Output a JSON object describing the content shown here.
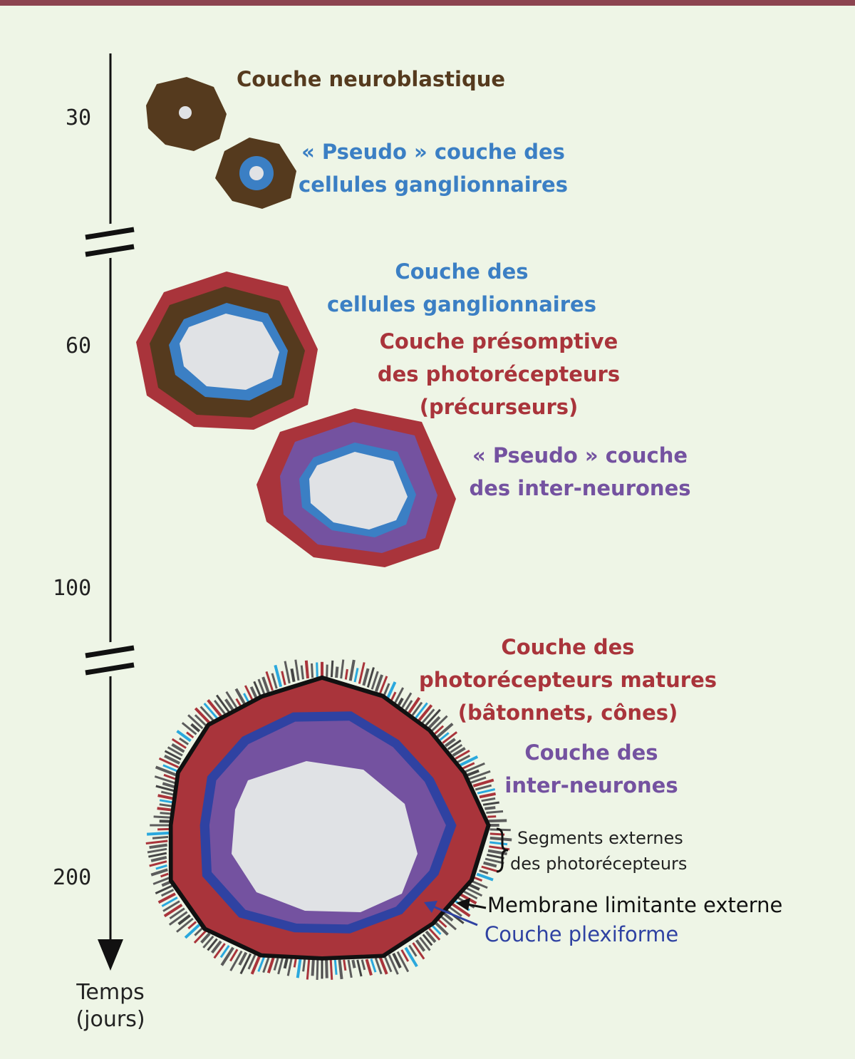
{
  "colors": {
    "background": "#eef5e6",
    "top_border": "#8c4450",
    "brown": "#553a1e",
    "light_blue": "#3b7fc4",
    "red": "#a9343b",
    "purple": "#7452a0",
    "dark_blue": "#2f42a2",
    "lumen": "#e0e2e5",
    "gray_segments": "#5c5c5c",
    "cyan_segments": "#2aa8dd",
    "black": "#111111"
  },
  "axis": {
    "ticks": [
      "30",
      "60",
      "100",
      "200"
    ],
    "label_line1": "Temps",
    "label_line2": "(jours)"
  },
  "labels": {
    "neuroblastic": "Couche neuroblastique",
    "pseudo_ganglion_1": "« Pseudo » couche des",
    "pseudo_ganglion_2": "cellules ganglionnaires",
    "ganglion_1": "Couche des",
    "ganglion_2": "cellules ganglionnaires",
    "presumptive_1": "Couche présomptive",
    "presumptive_2": "des photorécepteurs",
    "presumptive_3": "(précurseurs)",
    "pseudo_inter_1": "« Pseudo » couche",
    "pseudo_inter_2": "des inter-neurones",
    "mature_1": "Couche des",
    "mature_2": "photorécepteurs matures",
    "mature_3": "(bâtonnets, cônes)",
    "inter_1": "Couche des",
    "inter_2": "inter-neurones",
    "segments_1": "Segments externes",
    "segments_2": "des photorécepteurs",
    "membrane": "Membrane limitante externe",
    "plexiform": "Couche plexiforme"
  }
}
